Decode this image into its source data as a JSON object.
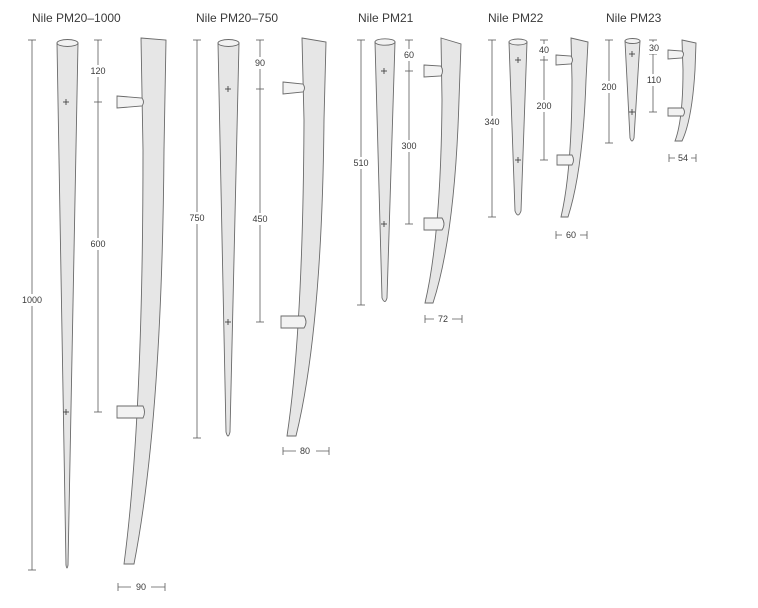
{
  "models": [
    {
      "name": "Nile PM20–1000",
      "overall_height": "1000",
      "top_offset": "120",
      "mount_spacing": "600",
      "depth": "90"
    },
    {
      "name": "Nile PM20–750",
      "overall_height": "750",
      "top_offset": "90",
      "mount_spacing": "450",
      "depth": "80"
    },
    {
      "name": "Nile PM21",
      "overall_height": "510",
      "top_offset": "60",
      "mount_spacing": "300",
      "depth": "72"
    },
    {
      "name": "Nile PM22",
      "overall_height": "340",
      "top_offset": "40",
      "mount_spacing": "200",
      "depth": "60"
    },
    {
      "name": "Nile PM23",
      "overall_height": "200",
      "top_offset": "30",
      "mount_spacing": "110",
      "depth": "54"
    }
  ]
}
